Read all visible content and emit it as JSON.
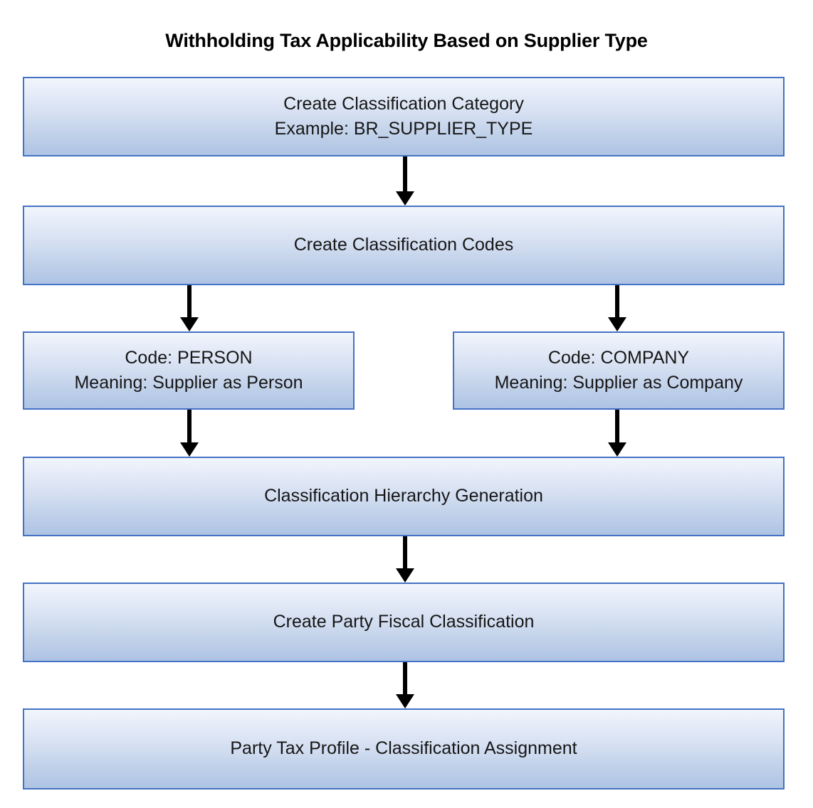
{
  "title": "Withholding Tax Applicability Based on Supplier Type",
  "colors": {
    "node_border": "#4472C4",
    "node_fill_top": "#F2F6FC",
    "node_fill_bottom": "#AEC3E4",
    "arrow": "#000000",
    "text": "#161616",
    "title_text": "#000000",
    "background": "#FFFFFF"
  },
  "nodes": {
    "category": {
      "line1": "Create Classification Category",
      "line2": "Example: BR_SUPPLIER_TYPE"
    },
    "codes": {
      "line1": "Create Classification Codes"
    },
    "person": {
      "line1": "Code: PERSON",
      "line2": "Meaning: Supplier as Person"
    },
    "company": {
      "line1": "Code: COMPANY",
      "line2": "Meaning: Supplier as Company"
    },
    "hierarchy": {
      "line1": "Classification Hierarchy Generation"
    },
    "fiscal": {
      "line1": "Create Party Fiscal Classification"
    },
    "profile": {
      "line1": "Party Tax Profile - Classification Assignment"
    }
  },
  "edges": [
    {
      "name": "category-to-codes",
      "from": "category",
      "to": "codes",
      "label": ""
    },
    {
      "name": "codes-to-person",
      "from": "codes",
      "to": "person",
      "label": ""
    },
    {
      "name": "codes-to-company",
      "from": "codes",
      "to": "company",
      "label": ""
    },
    {
      "name": "person-to-hierarchy",
      "from": "person",
      "to": "hierarchy",
      "label": ""
    },
    {
      "name": "company-to-hierarchy",
      "from": "company",
      "to": "hierarchy",
      "label": ""
    },
    {
      "name": "hierarchy-to-fiscal",
      "from": "hierarchy",
      "to": "fiscal",
      "label": ""
    },
    {
      "name": "fiscal-to-profile",
      "from": "fiscal",
      "to": "profile",
      "label": ""
    }
  ]
}
